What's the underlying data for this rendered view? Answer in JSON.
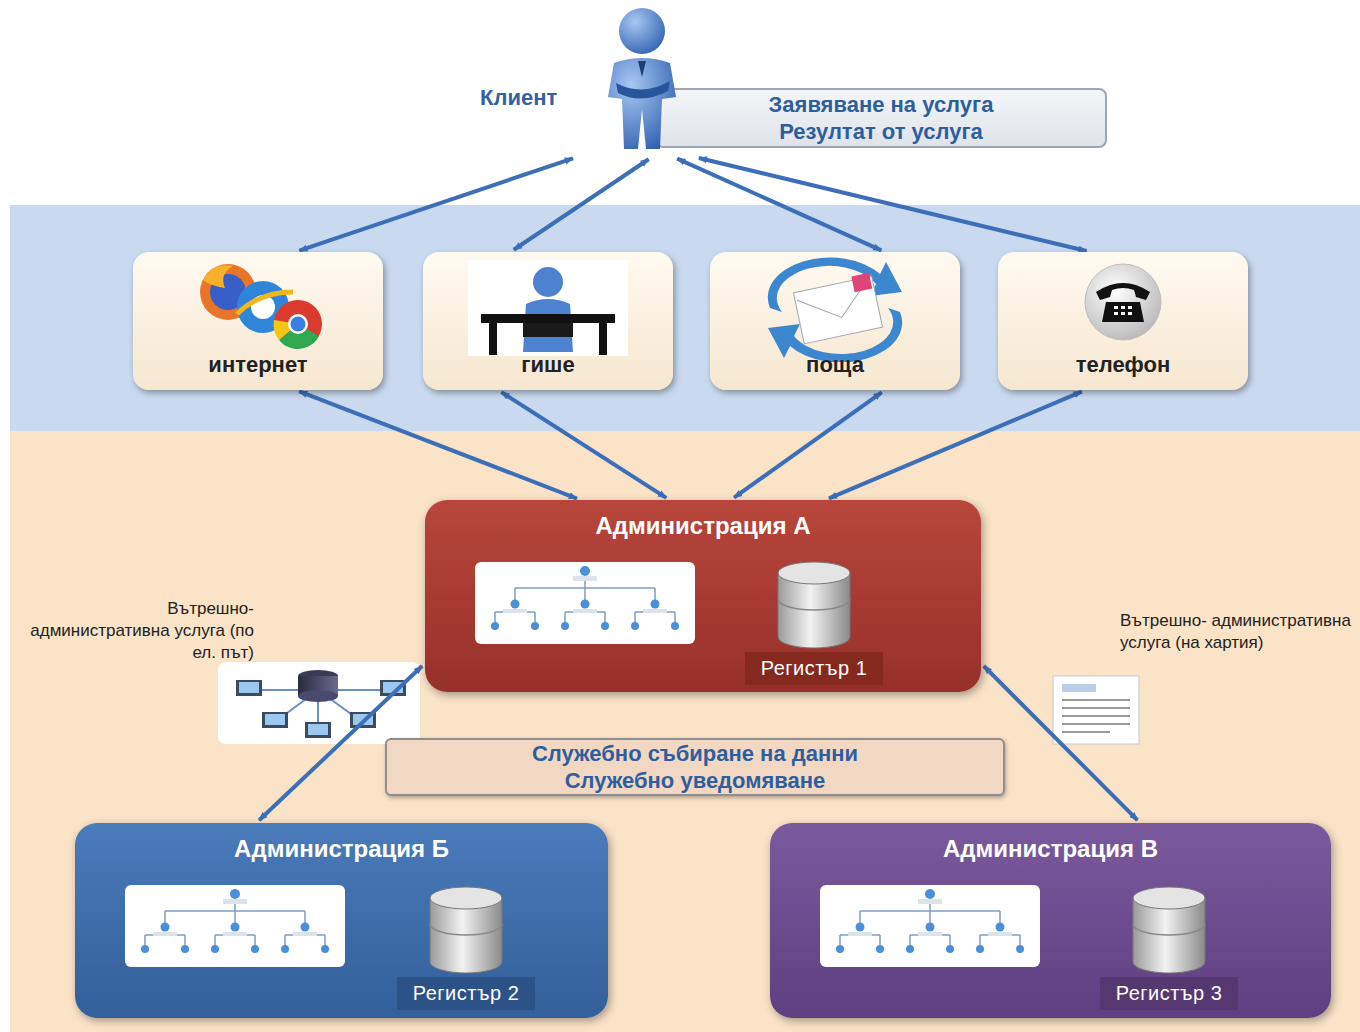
{
  "diagram": {
    "nodes": [
      {
        "text": [
          "Клиент"
        ]
      },
      {
        "text": [
          "Заявяване на услуга Резултат от услуга"
        ]
      },
      {
        "text": [
          "интернет"
        ]
      },
      {
        "text": [
          "гише"
        ]
      },
      {
        "text": [
          "поща"
        ]
      },
      {
        "text": [
          "телефон"
        ]
      },
      {
        "text": [
          "Администрация А"
        ]
      },
      {
        "text": [
          "Регистър 1"
        ],
        "in": 6
      },
      {
        "text": [
          "Администрация Б"
        ]
      },
      {
        "text": [
          "Регистър 2"
        ],
        "in": 8
      },
      {
        "text": [
          "Администрация В"
        ]
      },
      {
        "text": [
          "Регистър 3"
        ],
        "in": 10
      },
      {
        "text": [
          "Служебно събиране на данни Служебно уведомяване"
        ]
      }
    ],
    "edges": [
      {
        "from": 0,
        "to": 2,
        "arrow": "both"
      },
      {
        "from": 0,
        "to": 3,
        "arrow": "both"
      },
      {
        "from": 0,
        "to": 4,
        "arrow": "both"
      },
      {
        "from": 0,
        "to": 5,
        "arrow": "both"
      },
      {
        "from": 2,
        "to": 6,
        "arrow": "both"
      },
      {
        "from": 3,
        "to": 6,
        "arrow": "both"
      },
      {
        "from": 4,
        "to": 6,
        "arrow": "both"
      },
      {
        "from": 5,
        "to": 6,
        "arrow": "both"
      },
      {
        "from": 6,
        "to": 8,
        "arrow": "both"
      },
      {
        "from": 6,
        "to": 10,
        "arrow": "both"
      }
    ],
    "labels": [
      "Вътрешно- административна услуга (по ел. път)",
      "Вътрешно- административна услуга (на хартия)"
    ]
  }
}
